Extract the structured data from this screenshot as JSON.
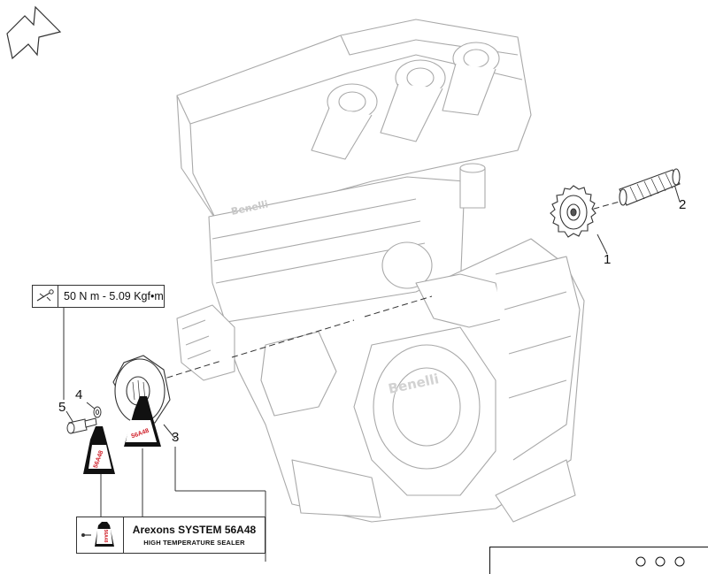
{
  "callouts": {
    "c1": "1",
    "c2": "2",
    "c3": "3",
    "c4": "4",
    "c5": "5"
  },
  "torque": {
    "value_text": "50 N m - 5.09 Kgf•m",
    "icon": "torque-wrench-icon"
  },
  "sealer": {
    "product": "Arexons SYSTEM 56A48",
    "description": "HIGH TEMPERATURE SEALER",
    "bottle_label": "56A48",
    "icon": "sealer-bottle-icon"
  },
  "engine_brand": "Benelli",
  "colors": {
    "line": "#333333",
    "engine_line": "#a9a9a9",
    "accent_red": "#d0202a"
  }
}
